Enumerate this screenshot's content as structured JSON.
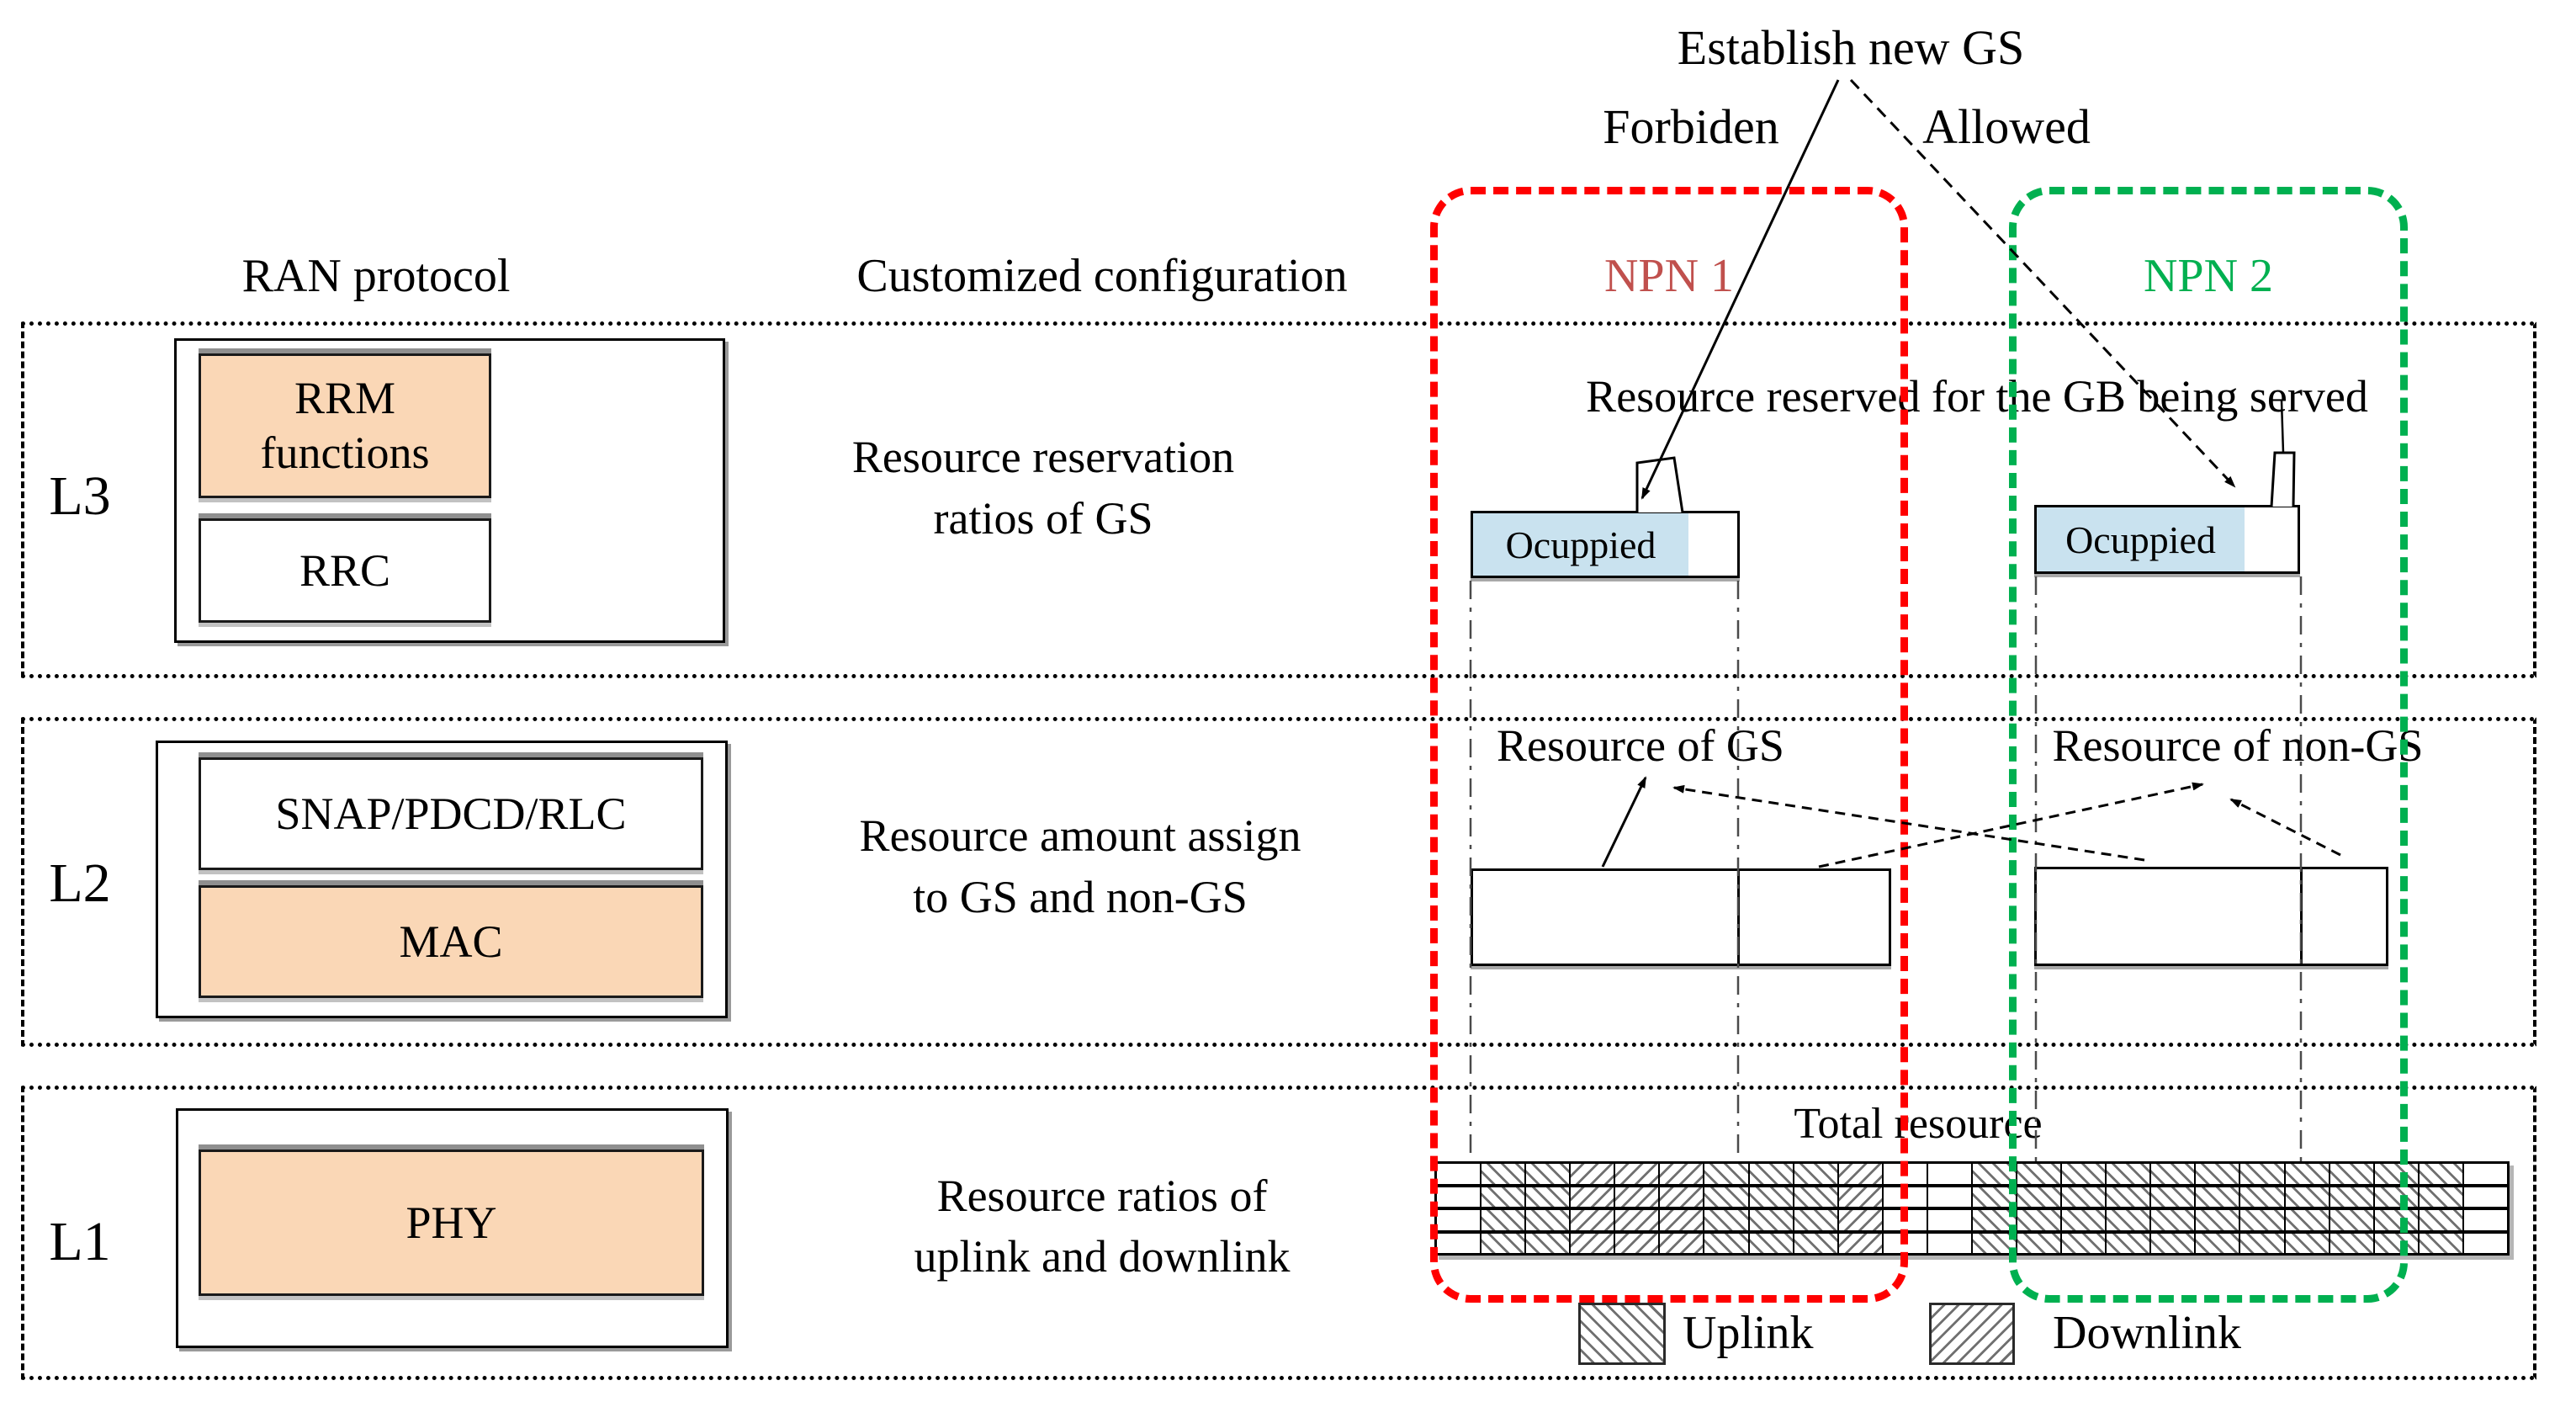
{
  "colors": {
    "accent_red": "#FF0000",
    "accent_green": "#00B050",
    "npn1_label": "#C0504D",
    "npn2_label": "#00B050",
    "protocol_box_fill": "#FAD7B6",
    "occupied_fill": "#C9E2EF",
    "shadow_gray": "#999999"
  },
  "annotations": {
    "establish_new_gs": "Establish new GS",
    "forbiden": "Forbiden",
    "allowed": "Allowed"
  },
  "headers": {
    "ran_protocol": "RAN protocol",
    "customized_configuration": "Customized configuration",
    "npn1": "NPN 1",
    "npn2": "NPN 2"
  },
  "l3": {
    "label": "L3",
    "box_rrm_line1": "RRM",
    "box_rrm_line2": "functions",
    "box_rrc": "RRC",
    "description_line1": "Resource reservation",
    "description_line2": "ratios  of GS",
    "annotation": "Resource reserved for the GB being served",
    "npn1_occupied": "Ocuppied",
    "npn2_occupied": "Ocuppied"
  },
  "l2": {
    "label": "L2",
    "box_top": "SNAP/PDCD/RLC",
    "box_mac": "MAC",
    "description_line1": "Resource amount assign",
    "description_line2": "to GS and non-GS",
    "resource_gs": "Resource of GS",
    "resource_non_gs": "Resource of non-GS"
  },
  "l1": {
    "label": "L1",
    "box_phy": "PHY",
    "description_line1": "Resource ratios of",
    "description_line2": "uplink and downlink",
    "total_resource": "Total resource",
    "legend": {
      "uplink": "Uplink",
      "downlink": "Downlink"
    },
    "grid": {
      "rows": 4,
      "columns": [
        "w",
        "b",
        "b",
        "f",
        "f",
        "f",
        "b",
        "b",
        "b",
        "f",
        "w",
        "w",
        "b",
        "b",
        "b",
        "b",
        "b",
        "b",
        "b",
        "b",
        "b",
        "b",
        "b",
        "w"
      ],
      "legend_key": {
        "b": "uplink-backslash-hatch",
        "f": "downlink-forwardslash-hatch",
        "w": "empty"
      }
    }
  }
}
